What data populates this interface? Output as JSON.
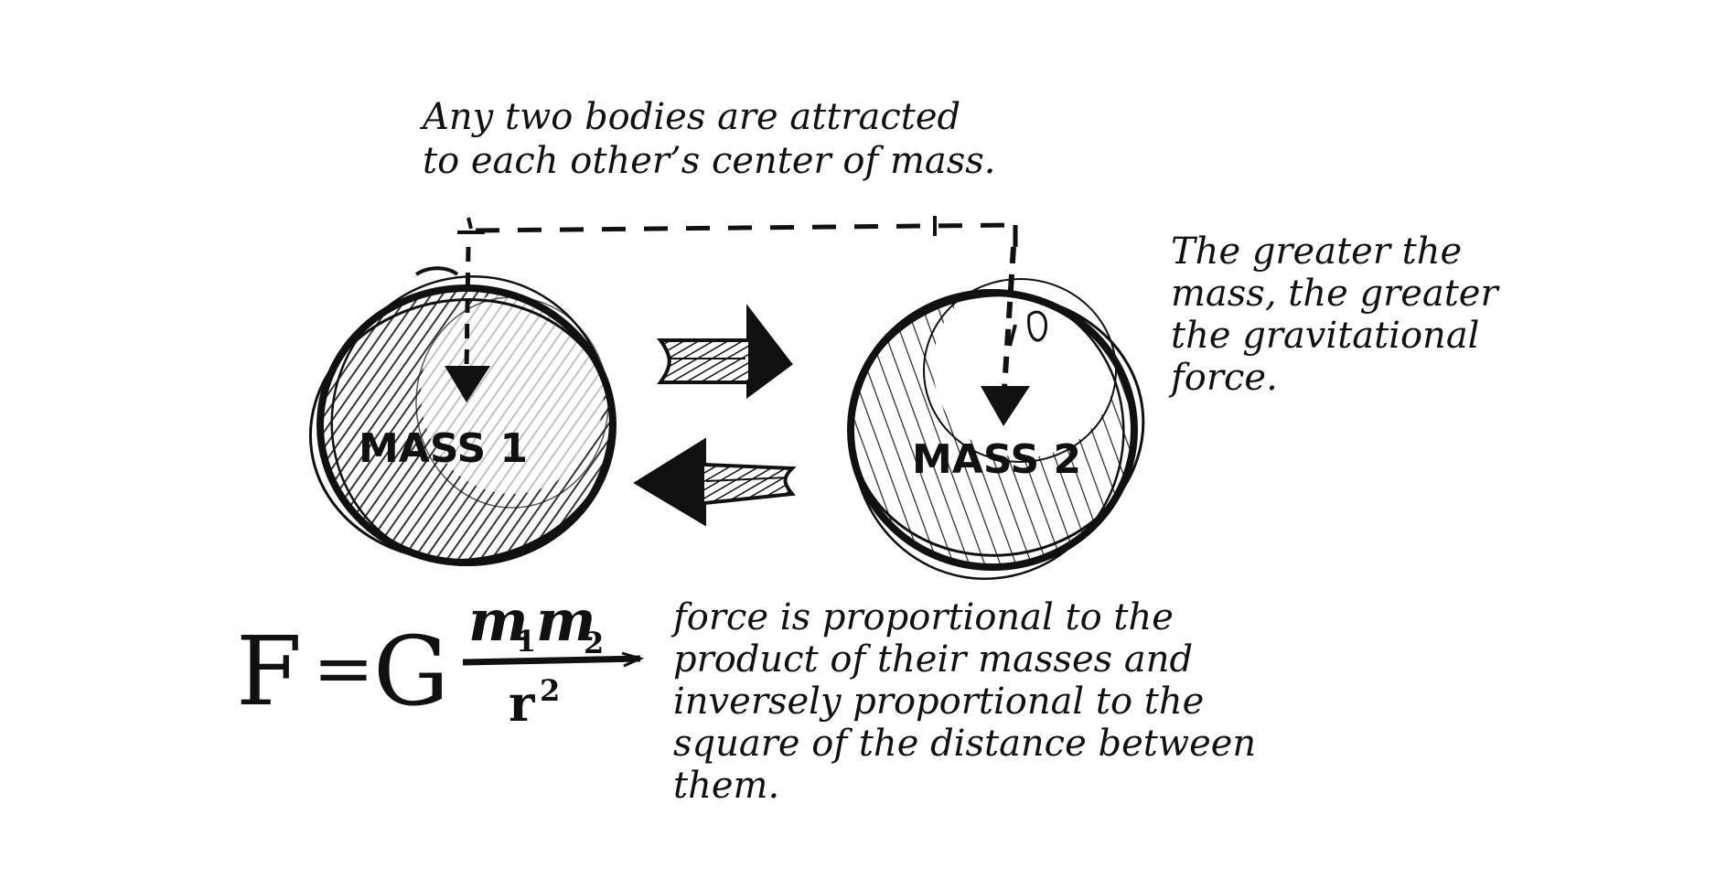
{
  "captions": {
    "attraction": "Any two bodies are attracted\nto each other’s center of mass.",
    "mass_effect": "The greater the\nmass, the greater\nthe gravitational\nforce.",
    "law": "force is proportional to the\nproduct of their masses and\ninversely proportional to the\nsquare of the distance between\nthem."
  },
  "bodies": {
    "mass1_label": "MASS 1",
    "mass2_label": "MASS 2"
  },
  "formula": {
    "lhs": "F",
    "equals": "=",
    "constant": "G",
    "numerator_m1": "m",
    "numerator_sub1": "1",
    "numerator_m2": "m",
    "numerator_sub2": "2",
    "denominator_base": "r",
    "denominator_exp": "2"
  },
  "colors": {
    "ink": "#111111",
    "paper": "#ffffff"
  }
}
